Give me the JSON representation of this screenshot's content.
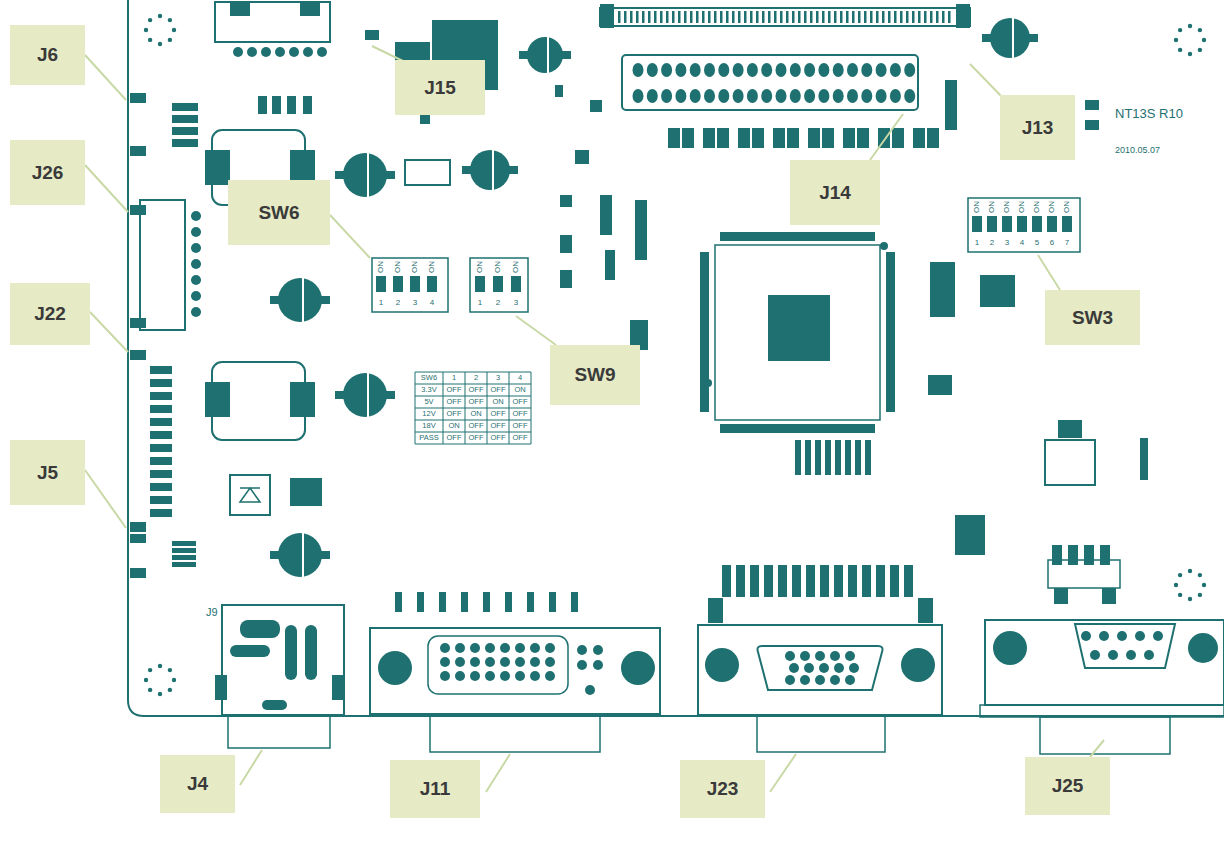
{
  "diagram": {
    "nodes": [
      {
        "text": [
          "J6"
        ]
      },
      {
        "text": [
          "J15"
        ]
      },
      {
        "text": [
          "J13"
        ]
      },
      {
        "text": [
          "J26"
        ]
      },
      {
        "text": [
          "J14"
        ]
      },
      {
        "text": [
          "SW6"
        ]
      },
      {
        "text": [
          "SW3"
        ]
      },
      {
        "text": [
          "J22"
        ]
      },
      {
        "text": [
          "SW9"
        ]
      },
      {
        "text": [
          "J5"
        ]
      },
      {
        "text": [
          "J4"
        ]
      },
      {
        "text": [
          "J25"
        ]
      },
      {
        "text": [
          "J11"
        ]
      },
      {
        "text": [
          "J23"
        ]
      }
    ],
    "labels": [
      "NT13S R10",
      "2010.05.07",
      "J9",
      "SW6",
      "1",
      "2",
      "3",
      "4",
      "3.3V",
      "OFF",
      "OFF",
      "OFF",
      "ON",
      "5V",
      "OFF",
      "OFF",
      "ON",
      "OFF",
      "12V",
      "OFF",
      "ON",
      "OFF",
      "OFF",
      "18V",
      "ON",
      "OFF",
      "OFF",
      "OFF",
      "PASS",
      "OFF",
      "OFF",
      "OFF",
      "OFF",
      "ON",
      "ON",
      "ON",
      "ON",
      "1",
      "2",
      "3",
      "4",
      "ON",
      "ON",
      "ON",
      "1",
      "2",
      "3",
      "ON",
      "ON",
      "ON",
      "ON",
      "ON",
      "ON",
      "ON",
      "1",
      "2",
      "3",
      "4",
      "5",
      "6",
      "7"
    ]
  }
}
